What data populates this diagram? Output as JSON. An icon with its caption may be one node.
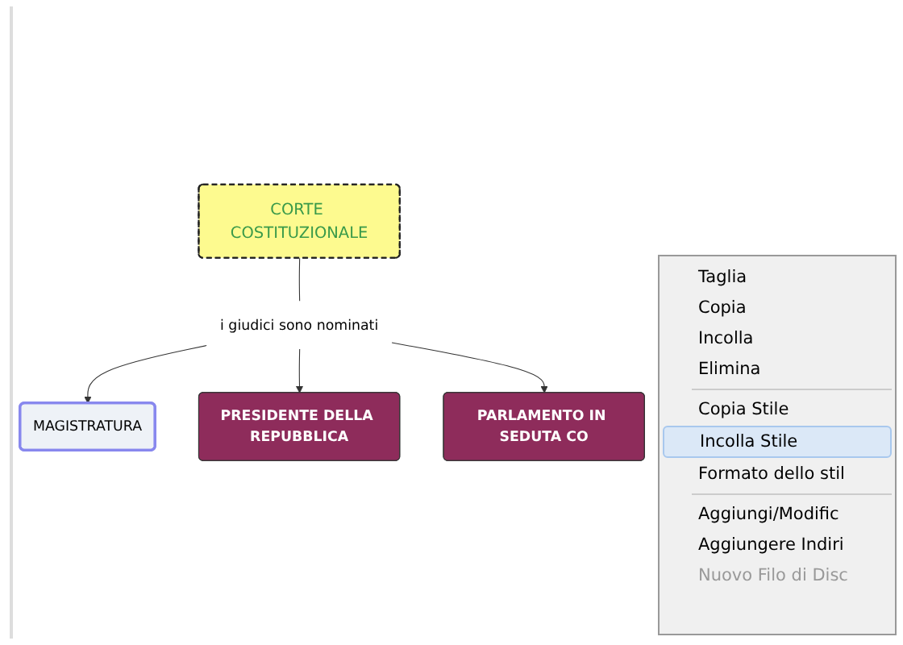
{
  "diagram": {
    "nodes": [
      {
        "text": [
          "CORTE COSTITUZIONALE"
        ]
      },
      {
        "text": [
          "i giudici sono nominati"
        ]
      },
      {
        "text": [
          "MAGISTRATURA"
        ]
      },
      {
        "text": [
          "PRESIDENTE DELLA REPUBBLICA"
        ]
      },
      {
        "text": [
          "PARLAMENTO IN SEDUTA CO"
        ]
      }
    ],
    "edges": [
      {
        "from": 0,
        "to": 1,
        "arrow": "none"
      },
      {
        "from": 1,
        "to": 2,
        "arrow": "to"
      },
      {
        "from": 1,
        "to": 3,
        "arrow": "to"
      },
      {
        "from": 1,
        "to": 4,
        "arrow": "to"
      }
    ],
    "labels": [
      "Taglia",
      "Copia",
      "Incolla",
      "Elimina",
      "Copia Stile",
      "Incolla Stile",
      "Formato dello stil",
      "Aggiungi/Modific",
      "Aggiungere Indiri",
      "Nuovo Filo di Disc"
    ]
  }
}
